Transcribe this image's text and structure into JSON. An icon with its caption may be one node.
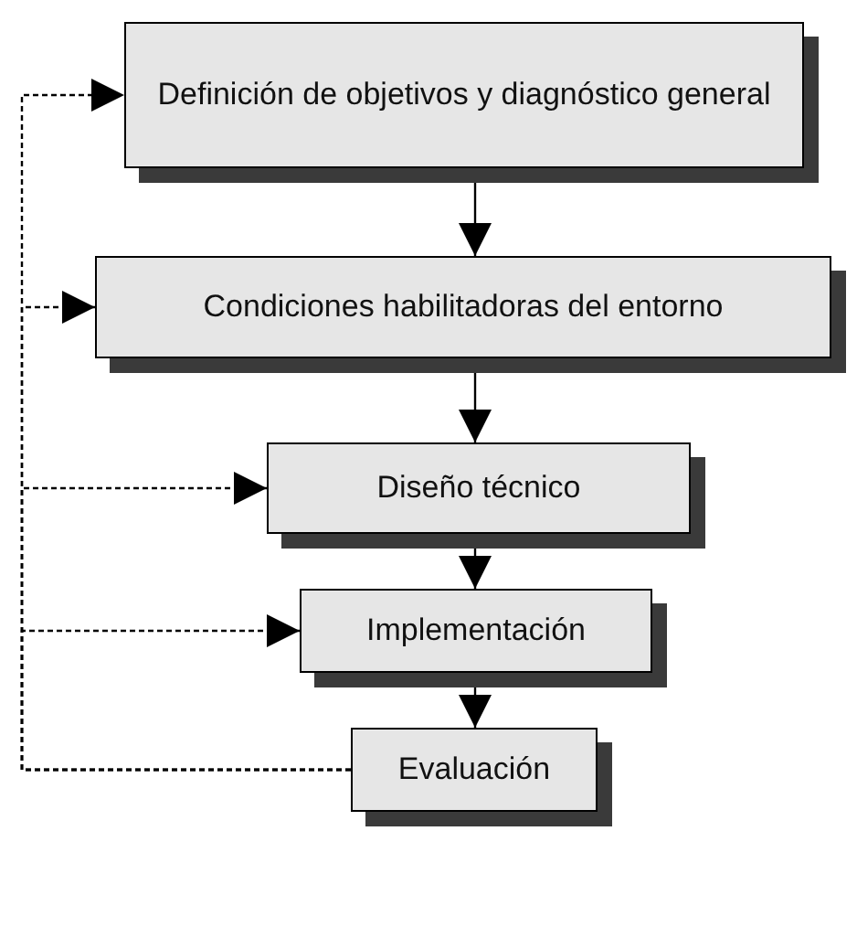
{
  "diagram": {
    "nodes": [
      {
        "text": [
          "Definición de objetivos y diagnóstico general"
        ]
      },
      {
        "text": [
          "Condiciones habilitadoras del entorno"
        ]
      },
      {
        "text": [
          "Diseño técnico"
        ]
      },
      {
        "text": [
          "Implementación"
        ]
      },
      {
        "text": [
          "Evaluación"
        ]
      }
    ],
    "edges": [
      {
        "from": 0,
        "to": 1,
        "arrow": "to"
      },
      {
        "from": 1,
        "to": 2,
        "arrow": "to"
      },
      {
        "from": 2,
        "to": 3,
        "arrow": "to"
      },
      {
        "from": 3,
        "to": 4,
        "arrow": "to"
      },
      {
        "from": 4,
        "to": 0,
        "arrow": "to",
        "style": "dashed"
      },
      {
        "from": 4,
        "to": 1,
        "arrow": "to",
        "style": "dashed"
      },
      {
        "from": 4,
        "to": 2,
        "arrow": "to",
        "style": "dashed"
      },
      {
        "from": 4,
        "to": 3,
        "arrow": "to",
        "style": "dashed"
      }
    ]
  }
}
